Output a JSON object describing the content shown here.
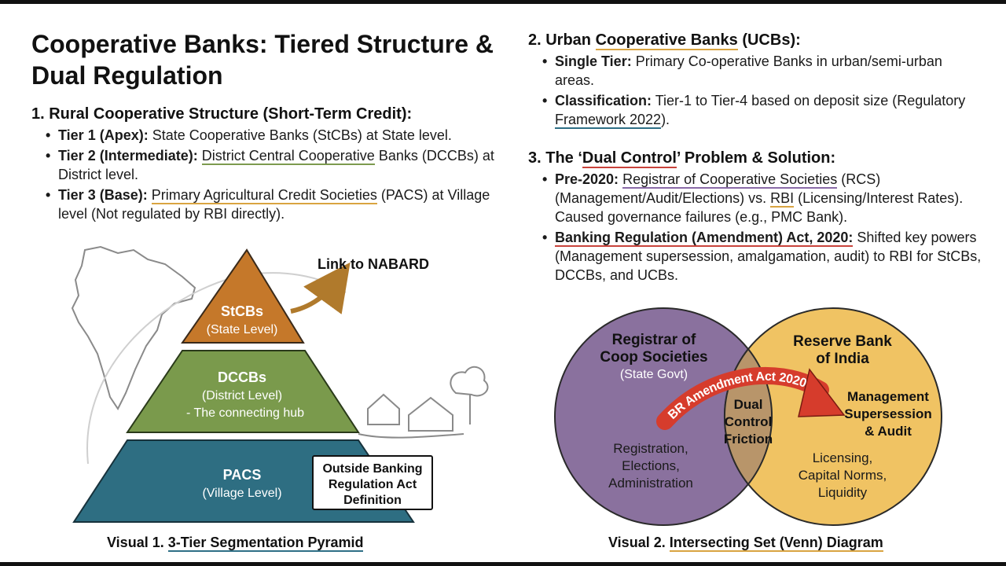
{
  "title": "Cooperative Banks: Tiered Structure & Dual Regulation",
  "rural": {
    "heading": "1. Rural Cooperative Structure (Short-Term Credit):",
    "tier1": {
      "label": "Tier 1 (Apex):",
      "text": "State Cooperative Banks (StCBs) at State level."
    },
    "tier2": {
      "label": "Tier 2 (Intermediate):",
      "underlined": "District Central Cooperative",
      "text": "Banks (DCCBs) at District level."
    },
    "tier3": {
      "label": "Tier 3 (Base):",
      "underlined": "Primary Agricultural Credit Societies",
      "text": "(PACS) at Village level (Not regulated by RBI directly)."
    }
  },
  "urban": {
    "heading_prefix": "2. Urban",
    "heading_underlined": "Cooperative Banks",
    "heading_suffix": "(UCBs):",
    "item1": {
      "label": "Single Tier:",
      "text": "Primary Co-operative Banks in urban/semi-urban areas."
    },
    "item2": {
      "label": "Classification:",
      "text_before": "Tier-1 to Tier-4 based on deposit size (Regulatory",
      "underlined": "Framework 2022",
      "text_after": ")."
    }
  },
  "dual": {
    "heading_prefix": "3. The ‘",
    "heading_underlined": "Dual Control",
    "heading_suffix": "’ Problem & Solution:",
    "item1": {
      "label": "Pre-2020:",
      "underlined1": "Registrar of Cooperative Societies",
      "text1": "(RCS) (Management/Audit/Elections) vs.",
      "underlined2": "RBI",
      "text2": "(Licensing/Interest Rates). Caused governance failures (e.g., PMC Bank)."
    },
    "item2": {
      "label": "Banking Regulation (Amendment) Act, 2020:",
      "text": "Shifted key powers (Management supersession, amalgamation, audit) to RBI for StCBs, DCCBs, and UCBs."
    }
  },
  "pyramid": {
    "top_title": "StCBs",
    "top_sub": "(State Level)",
    "mid_title": "DCCBs",
    "mid_sub1": "(District Level)",
    "mid_sub2": "- The connecting hub",
    "base_title": "PACS",
    "base_sub": "(Village Level)",
    "link_label": "Link to NABARD",
    "box_line1": "Outside Banking",
    "box_line2": "Regulation Act",
    "box_line3": "Definition",
    "caption_prefix": "Visual 1.",
    "caption_underlined": "3-Tier Segmentation Pyramid"
  },
  "venn": {
    "left_title1": "Registrar of",
    "left_title2": "Coop Societies",
    "left_sub": "(State Govt)",
    "left_body1": "Registration,",
    "left_body2": "Elections,",
    "left_body3": "Administration",
    "right_title1": "Reserve Bank",
    "right_title2": "of India",
    "right_body1": "Licensing,",
    "right_body2": "Capital Norms,",
    "right_body3": "Liquidity",
    "center1": "Dual",
    "center2": "Control",
    "center3": "Friction",
    "arrow_label": "BR Amendment Act 2020",
    "shift1": "Management",
    "shift2": "Supersession",
    "shift3": "& Audit",
    "caption_prefix": "Visual 2.",
    "caption_underlined": "Intersecting Set (Venn) Diagram"
  },
  "colors": {
    "apex": "#c5782a",
    "mid": "#7a9a4c",
    "base": "#2e6e82",
    "venn_left": "#8a719e",
    "venn_right": "#f0c363",
    "arrow": "#d63c2c"
  }
}
